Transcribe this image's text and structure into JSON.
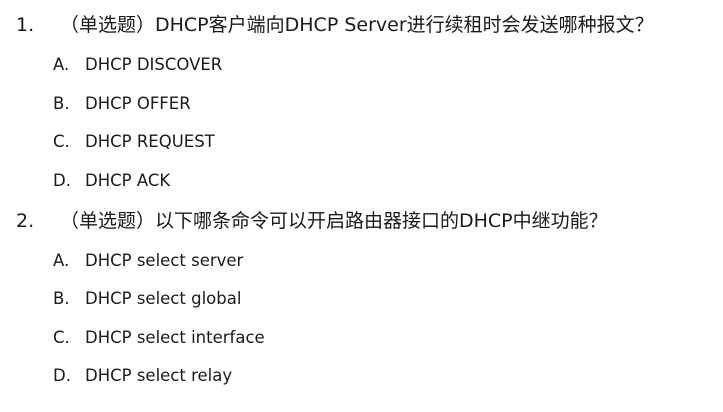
{
  "questions": [
    {
      "number": "1.",
      "text": "（单选题）DHCP客户端向DHCP Server进行续租时会发送哪种报文？",
      "options": [
        {
          "letter": "A.",
          "text": "DHCP DISCOVER"
        },
        {
          "letter": "B.",
          "text": "DHCP OFFER"
        },
        {
          "letter": "C.",
          "text": "DHCP REQUEST"
        },
        {
          "letter": "D.",
          "text": "DHCP ACK"
        }
      ]
    },
    {
      "number": "2.",
      "text": "（单选题）以下哪条命令可以开启路由器接口的DHCP中继功能？",
      "options": [
        {
          "letter": "A.",
          "text": "DHCP select server"
        },
        {
          "letter": "B.",
          "text": "DHCP select global"
        },
        {
          "letter": "C.",
          "text": "DHCP select interface"
        },
        {
          "letter": "D.",
          "text": "DHCP select relay"
        }
      ]
    }
  ]
}
